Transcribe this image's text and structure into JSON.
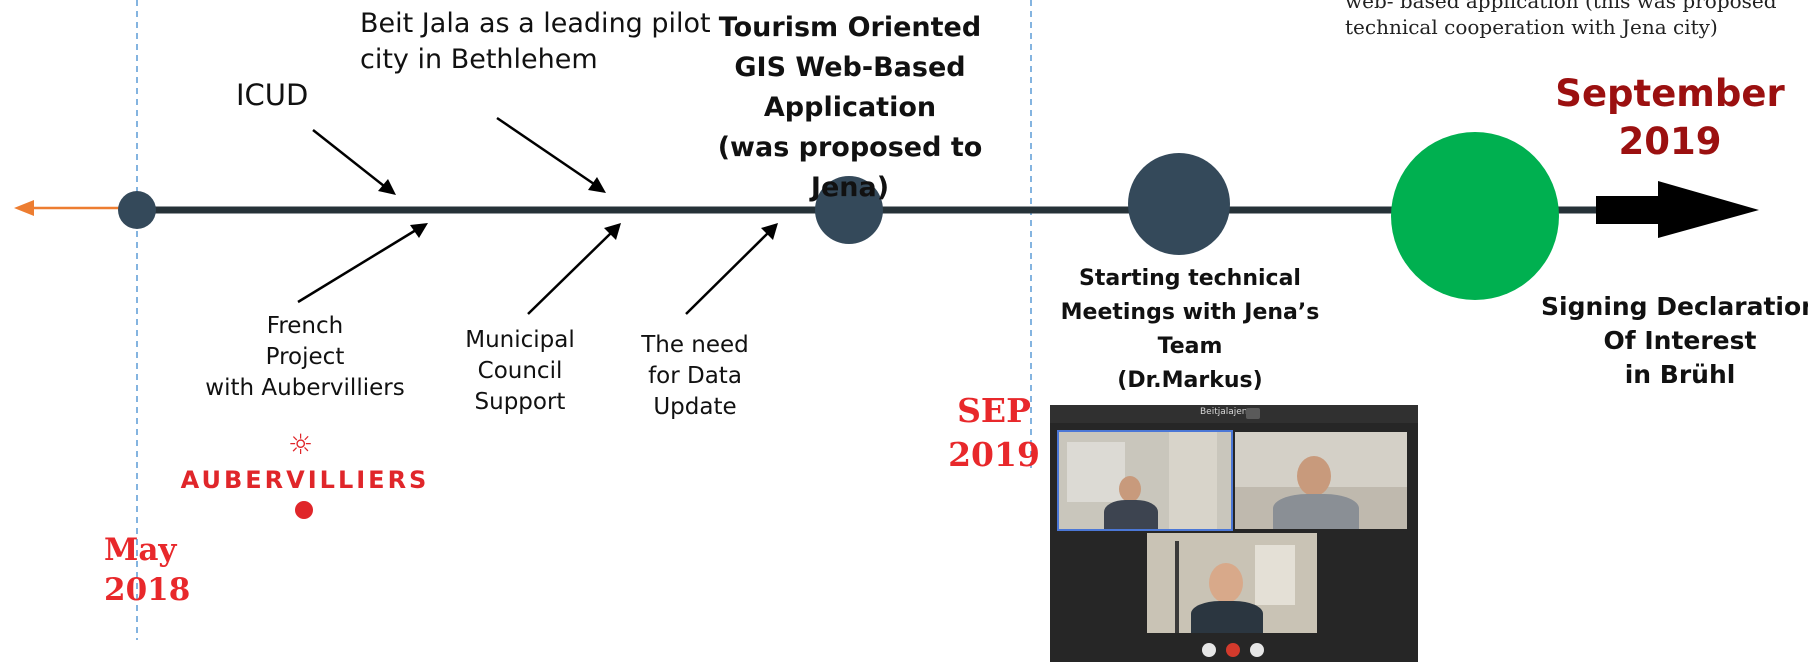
{
  "top_note": {
    "line1": "web- based application (this was proposed",
    "line2": "technical cooperation with Jena city)"
  },
  "labels_above": {
    "icud": "ICUD",
    "beit_jala": [
      "Beit Jala as a leading pilot",
      "city in Bethlehem"
    ],
    "tourism": [
      "Tourism Oriented",
      "GIS Web-Based",
      "Application",
      "(was proposed to Jena)"
    ]
  },
  "labels_below": {
    "french": [
      "French",
      "Project",
      "with Aubervilliers"
    ],
    "municipal": [
      "Municipal",
      "Council",
      "Support"
    ],
    "need": [
      "The need",
      "for Data",
      "Update"
    ],
    "starting": [
      "Starting technical",
      "Meetings with Jena’s",
      "Team",
      "(Dr.Markus)"
    ],
    "signing": [
      "Signing Declaration",
      "Of Interest",
      "in Brühl"
    ]
  },
  "dates": {
    "may": [
      "May",
      "2018"
    ],
    "sep": [
      "SEP",
      "2019"
    ],
    "september": [
      "September",
      "2019"
    ]
  },
  "logo": {
    "text": "AUBERVILLIERS",
    "sun_glyph": "☼"
  },
  "video": {
    "title": "Beitjalajena"
  },
  "colors": {
    "timeline": "#263238",
    "milestone": "#34495a",
    "milestone_active": "#00b050",
    "arrow_left": "#ed7d31",
    "date_red": "#e8282b",
    "date_dark_red": "#9b1010",
    "divider": "#5b9bd5",
    "logo_red": "#e0262a"
  }
}
